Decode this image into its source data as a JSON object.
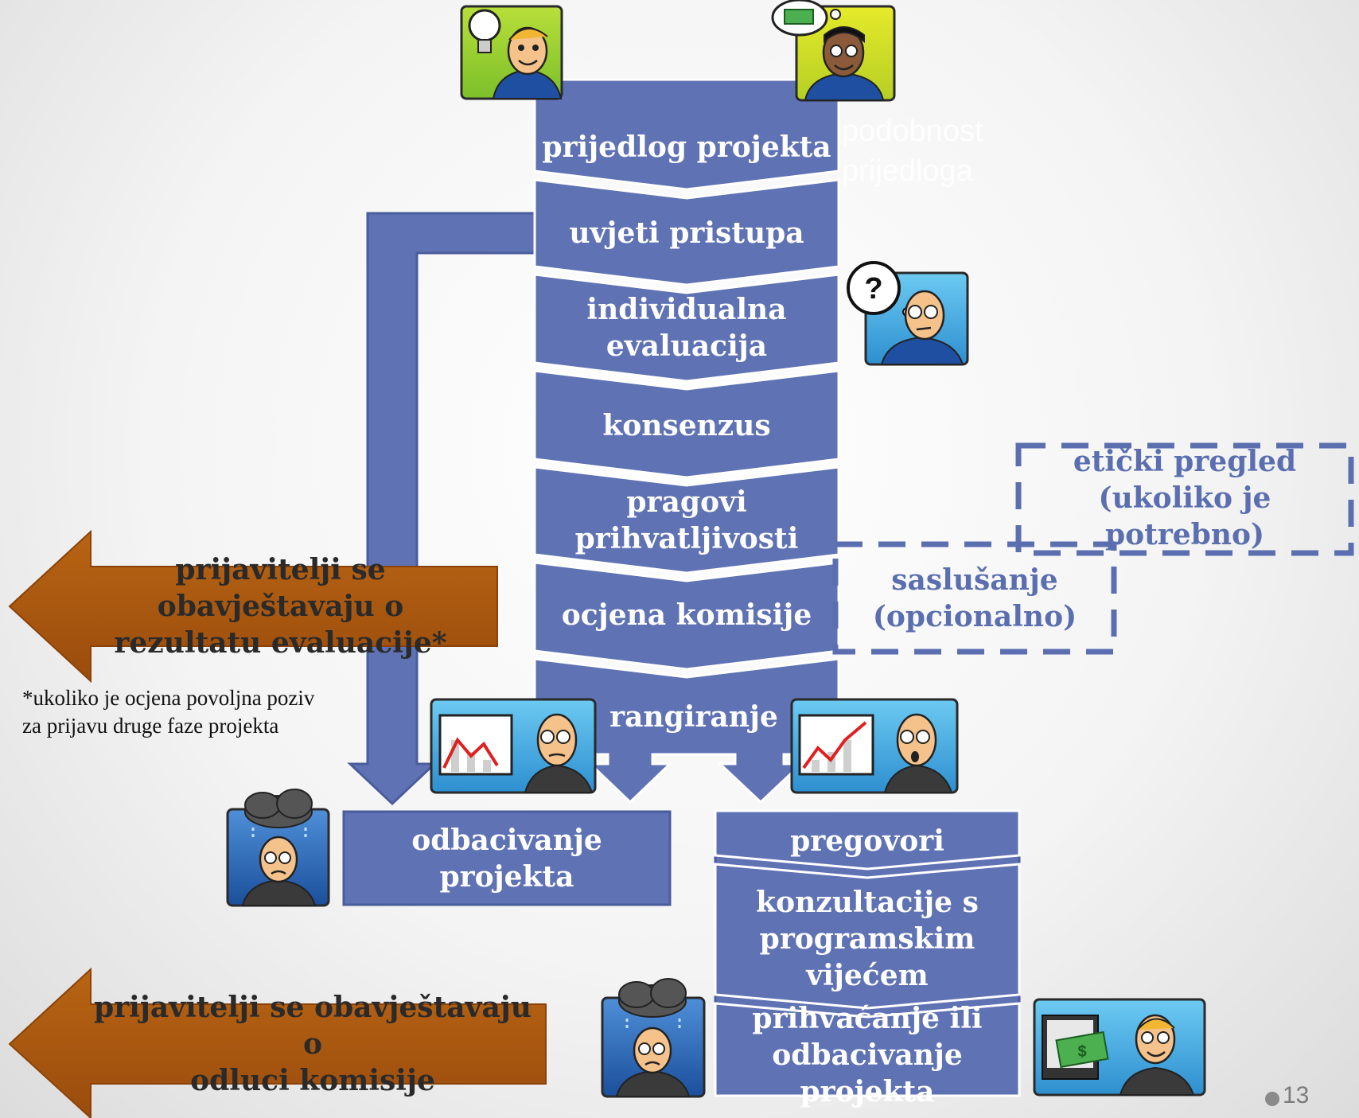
{
  "flow": {
    "proposal": "prijedlog projekta",
    "access": "uvjeti pristupa",
    "individual": "individualna\nevaluacija",
    "consensus": "konsenzus",
    "thresholds": "pragovi\nprihvatljivosti",
    "committee": "ocjena komisije",
    "ranking": "rangiranje",
    "rejection": "odbacivanje projekta",
    "negotiation": "pregovori",
    "consultation": "konzultacije s\nprogramskim\nvijećem",
    "decision": "prihvaćanje ili\nodbacivanje projekta"
  },
  "optional": {
    "ethics": "etički pregled\n(ukoliko je potrebno)",
    "hearing": "saslušanje\n(opcionalno)"
  },
  "notifications": {
    "evaluation": "prijavitelji se obavještavaju o\nrezultatu evaluacije*",
    "decision": "prijavitelji se obavještavaju o\nodluci komisije"
  },
  "footnote": "*ukoliko je ocjena povoljna poziv za prijavu druge faze projekta",
  "ghost_text": "podobnost\nprijedloga",
  "page_number": "13",
  "colors": {
    "flow_blue": "#5f72b3",
    "flow_border": "#4a5c9c",
    "arrow_brown": "#a8560f",
    "dashed_blue": "#5b6fb0"
  },
  "icons": [
    "lightbulb-idea-person-icon",
    "money-thought-person-icon",
    "question-person-icon",
    "declining-chart-person-icon",
    "rising-chart-person-icon",
    "rain-cloud-person-icon",
    "money-computer-person-icon"
  ]
}
